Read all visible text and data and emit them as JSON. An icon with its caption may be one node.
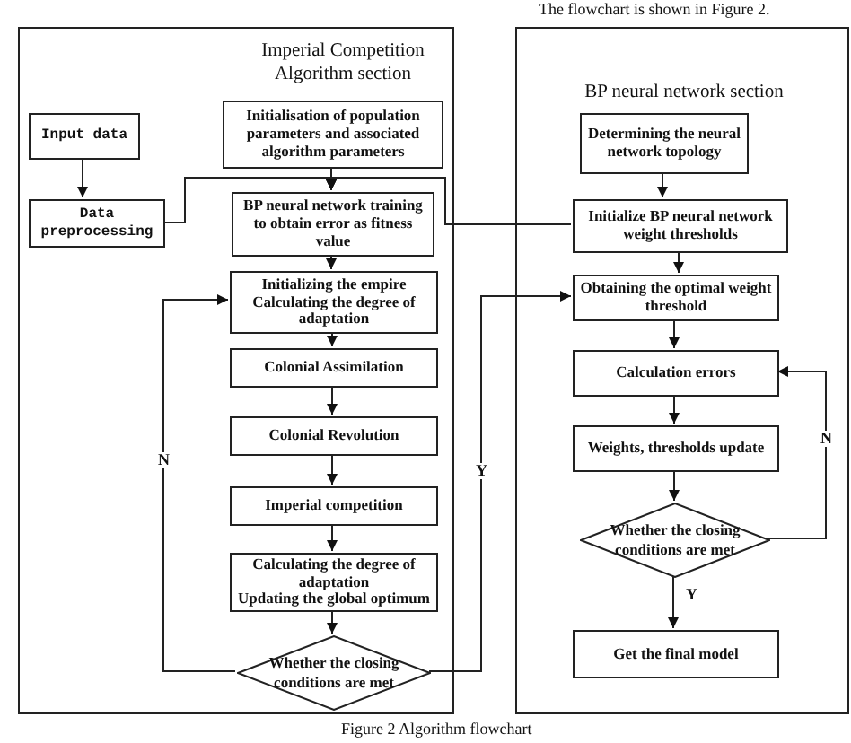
{
  "diagram": {
    "caption": "Figure 2 Algorithm flowchart",
    "nodes": [
      {
        "text": [
          "Imperial Competition Algorithm section"
        ]
      },
      {
        "text": [
          "Input data"
        ],
        "in": 0
      },
      {
        "text": [
          "Data preprocessing"
        ],
        "in": 0
      },
      {
        "text": [
          "Initialisation of population parameters and associated algorithm parameters"
        ],
        "in": 0
      },
      {
        "text": [
          "BP neural network training to obtain error as fitness value"
        ],
        "in": 0
      },
      {
        "text": [
          "Initializing the empire",
          "Calculating the degree of adaptation"
        ],
        "in": 0
      },
      {
        "text": [
          "Colonial Assimilation"
        ],
        "in": 0
      },
      {
        "text": [
          "Colonial Revolution"
        ],
        "in": 0
      },
      {
        "text": [
          "Imperial competition"
        ],
        "in": 0
      },
      {
        "text": [
          "Calculating the degree of adaptation",
          "Updating the global optimum"
        ],
        "in": 0
      },
      {
        "text": [
          "Whether the closing conditions are met"
        ],
        "in": 0
      },
      {
        "text": [
          "BP neural network section"
        ]
      },
      {
        "text": [
          "Determining the neural network topology"
        ],
        "in": 11
      },
      {
        "text": [
          "Initialize BP neural network weight thresholds"
        ],
        "in": 11
      },
      {
        "text": [
          "Obtaining the optimal weight threshold"
        ],
        "in": 11
      },
      {
        "text": [
          "Calculation errors"
        ],
        "in": 11
      },
      {
        "text": [
          "Weights, thresholds update"
        ],
        "in": 11
      },
      {
        "text": [
          "Whether the closing conditions are met"
        ],
        "in": 11
      },
      {
        "text": [
          "Get the final model"
        ],
        "in": 11
      }
    ],
    "edges": [
      {
        "from": 1,
        "to": 2,
        "arrow": "to"
      },
      {
        "from": 2,
        "to": 4,
        "arrow": "to"
      },
      {
        "from": 3,
        "to": 4,
        "arrow": "to"
      },
      {
        "from": 13,
        "to": 4,
        "arrow": "to"
      },
      {
        "from": 4,
        "to": 5,
        "arrow": "to"
      },
      {
        "from": 5,
        "to": 6,
        "arrow": "to"
      },
      {
        "from": 6,
        "to": 7,
        "arrow": "to"
      },
      {
        "from": 7,
        "to": 8,
        "arrow": "to"
      },
      {
        "from": 8,
        "to": 9,
        "arrow": "to"
      },
      {
        "from": 9,
        "to": 10,
        "arrow": "to"
      },
      {
        "from": 10,
        "to": 5,
        "label": "N",
        "arrow": "to"
      },
      {
        "from": 10,
        "to": 14,
        "label": "Y",
        "arrow": "to"
      },
      {
        "from": 12,
        "to": 13,
        "arrow": "to"
      },
      {
        "from": 13,
        "to": 14,
        "arrow": "to"
      },
      {
        "from": 14,
        "to": 15,
        "arrow": "to"
      },
      {
        "from": 15,
        "to": 16,
        "arrow": "to"
      },
      {
        "from": 16,
        "to": 17,
        "arrow": "to"
      },
      {
        "from": 17,
        "to": 15,
        "label": "N",
        "arrow": "to"
      },
      {
        "from": 17,
        "to": 18,
        "label": "Y",
        "arrow": "to"
      }
    ],
    "labels": [
      "The flowchart is shown in Figure 2."
    ]
  }
}
